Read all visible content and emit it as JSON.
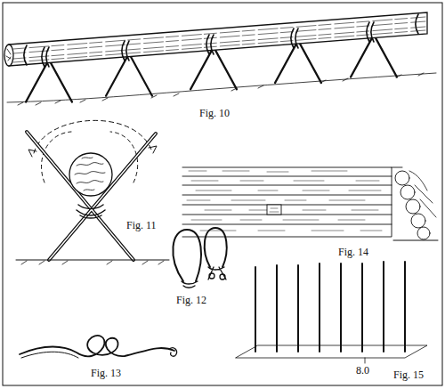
{
  "diagram": {
    "labels": [
      "Fig. 10",
      "Fig. 11",
      "Fig. 12",
      "Fig. 13",
      "Fig. 14",
      "Fig. 15",
      "8.0"
    ]
  }
}
